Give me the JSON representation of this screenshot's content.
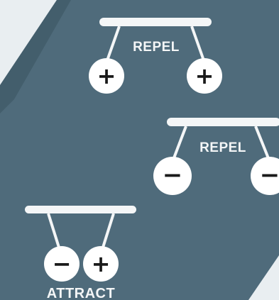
{
  "colors": {
    "background": "#4f6b7b",
    "shadow_band": "#3f5966",
    "light_panel": "#e9eef1",
    "rod": "#f4f6f7",
    "sphere": "#ffffff",
    "sign": "#1a1a1a"
  },
  "diagrams": [
    {
      "label": "REPEL",
      "left_charge": "+",
      "right_charge": "+"
    },
    {
      "label": "REPEL",
      "left_charge": "−",
      "right_charge": "−"
    },
    {
      "label": "ATTRACT",
      "left_charge": "−",
      "right_charge": "+"
    }
  ]
}
